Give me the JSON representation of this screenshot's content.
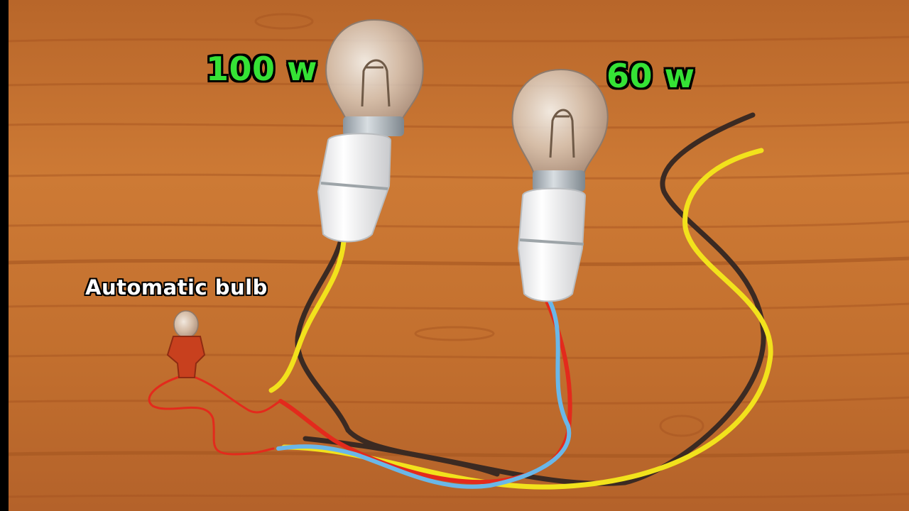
{
  "captions": {
    "bulb_left": "100 w",
    "bulb_right": "60 w",
    "small_bulb": "Automatic bulb"
  },
  "colors": {
    "wood": "#c9742f",
    "caption_green": "#35e235",
    "caption_white": "#ffffff",
    "wire_brown": "#3b2a22",
    "wire_yellow": "#f2e21c",
    "wire_red": "#e32a1c",
    "wire_blue": "#6ab7e8",
    "holder_white": "#f4f4f2",
    "small_holder_red": "#c8401e"
  }
}
